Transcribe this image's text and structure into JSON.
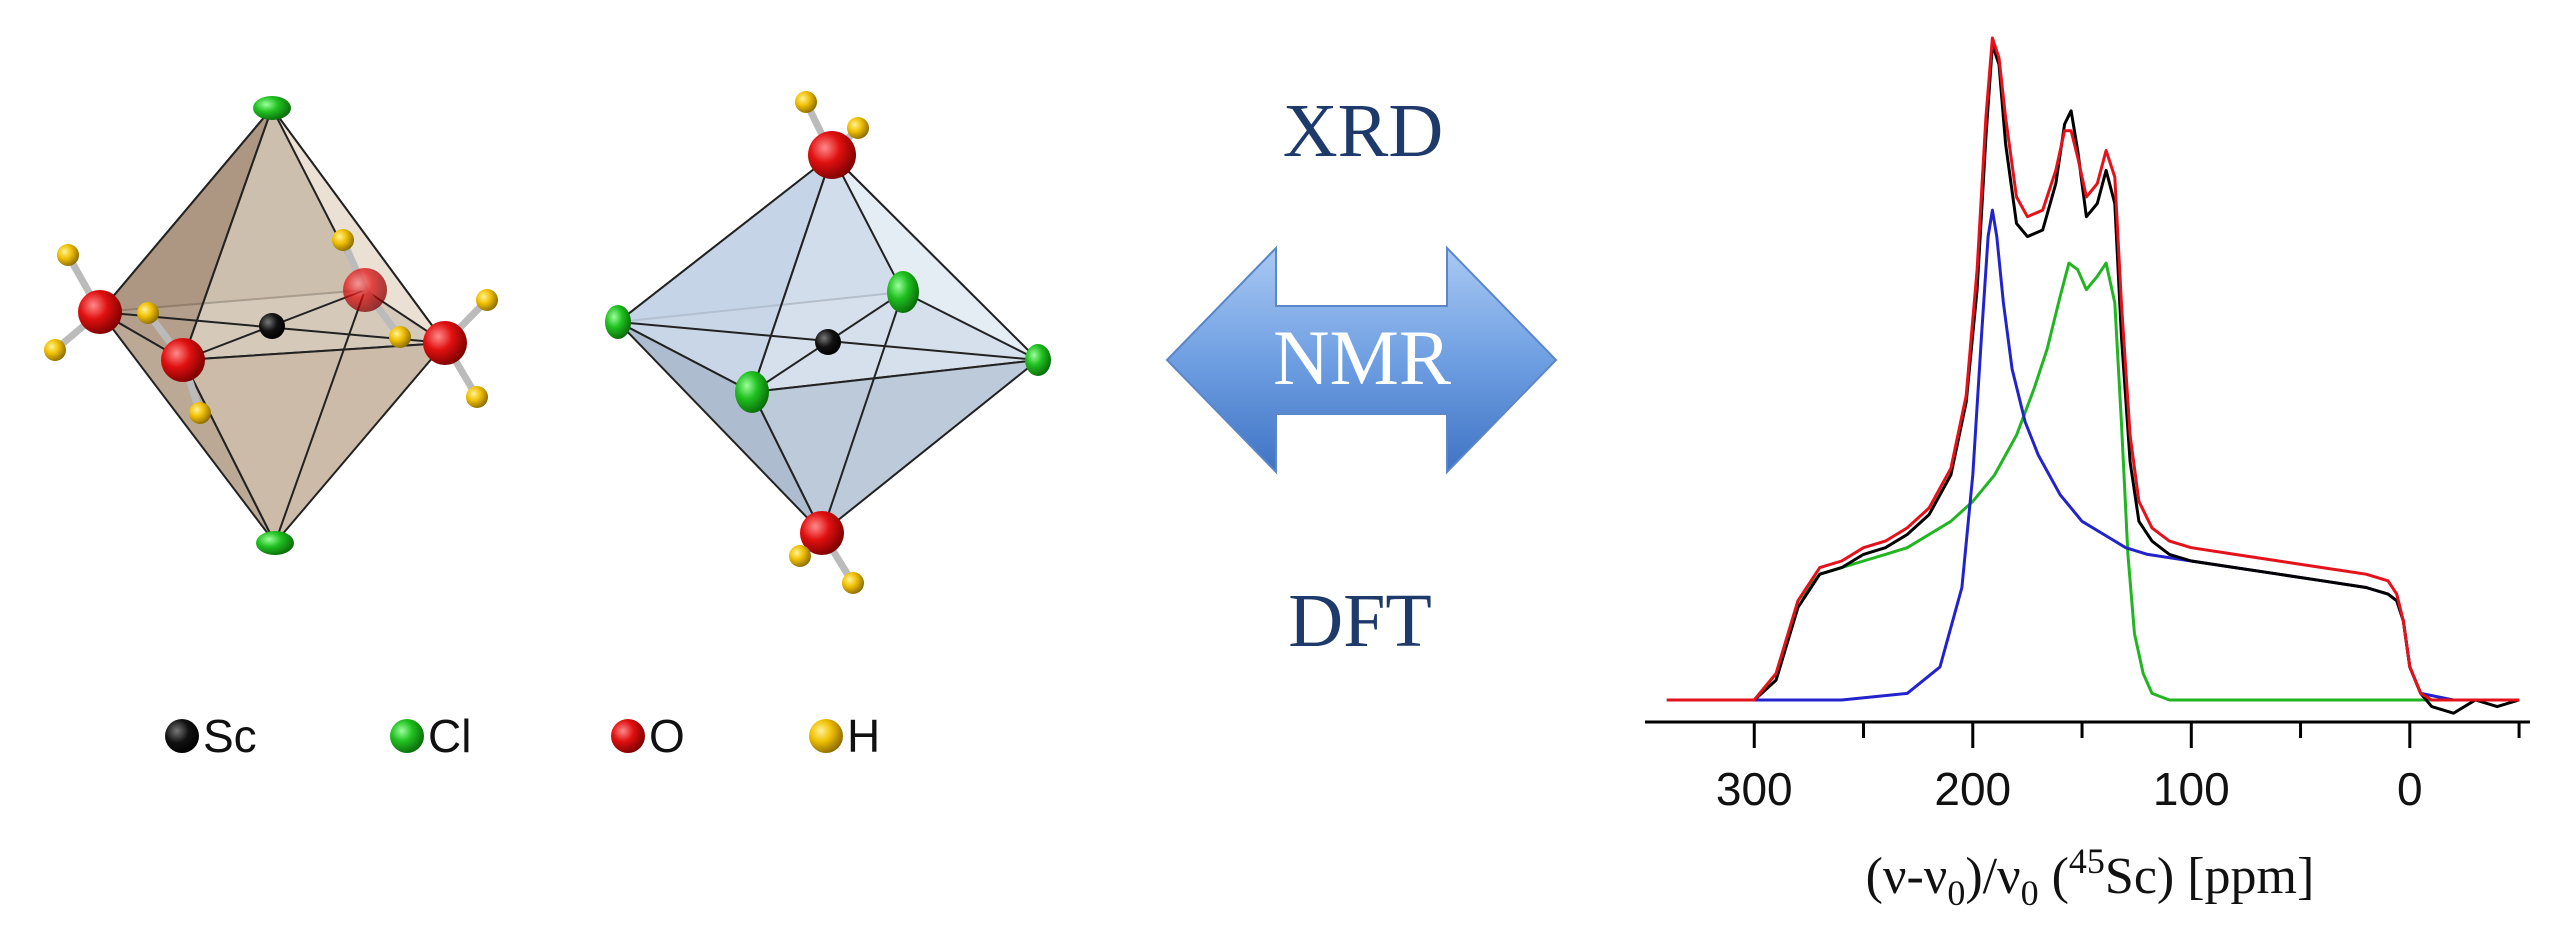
{
  "legend": {
    "items": [
      {
        "symbol": "Sc",
        "color": "#111111"
      },
      {
        "symbol": "Cl",
        "color": "#22c322"
      },
      {
        "symbol": "O",
        "color": "#dd0b0b"
      },
      {
        "symbol": "H",
        "color": "#f2c200"
      }
    ]
  },
  "methods": {
    "top": "XRD",
    "center": "NMR",
    "bottom": "DFT"
  },
  "colors": {
    "method_text": "#1d3a6b",
    "arrow_fill": "#6c9fe0",
    "octahedron_left_face": "#b19a85",
    "octahedron_right_face": "#b7c8dd"
  },
  "chart_data": {
    "type": "line",
    "x_axis": {
      "title_parts": {
        "open": "(ν-ν",
        "sub0": "0",
        "mid": ")/ν",
        "sub1": "0",
        "paren": " (",
        "sup": "45",
        "nucleus": "Sc) [ppm]"
      },
      "ticks": [
        300,
        200,
        100,
        0
      ],
      "reversed": true,
      "xlim": [
        350,
        -55
      ]
    },
    "y_axis": {
      "visible": false,
      "ylim": [
        0,
        1
      ]
    },
    "series": [
      {
        "color": "#000000",
        "x": [
          340,
          300,
          290,
          280,
          270,
          260,
          250,
          240,
          230,
          220,
          210,
          203,
          198,
          194,
          191,
          188,
          185,
          180,
          175,
          168,
          162,
          158,
          155,
          152,
          148,
          143,
          139,
          135,
          132,
          128,
          124,
          118,
          110,
          100,
          80,
          60,
          40,
          20,
          10,
          6,
          3,
          0,
          -5,
          -10,
          -20,
          -30,
          -40,
          -50
        ],
        "y": [
          0.0,
          0.0,
          0.03,
          0.14,
          0.19,
          0.2,
          0.22,
          0.23,
          0.25,
          0.28,
          0.34,
          0.45,
          0.62,
          0.85,
          0.99,
          0.96,
          0.84,
          0.72,
          0.7,
          0.71,
          0.78,
          0.87,
          0.89,
          0.83,
          0.73,
          0.75,
          0.8,
          0.75,
          0.55,
          0.36,
          0.27,
          0.24,
          0.22,
          0.21,
          0.2,
          0.19,
          0.18,
          0.17,
          0.16,
          0.15,
          0.12,
          0.05,
          0.01,
          -0.01,
          -0.02,
          0.0,
          -0.01,
          0.0
        ]
      },
      {
        "color": "#e4121b",
        "x": [
          340,
          300,
          290,
          280,
          270,
          260,
          250,
          240,
          230,
          220,
          210,
          203,
          198,
          194,
          191,
          188,
          185,
          180,
          175,
          168,
          162,
          158,
          155,
          152,
          148,
          143,
          139,
          135,
          132,
          128,
          124,
          118,
          110,
          100,
          80,
          60,
          40,
          20,
          10,
          6,
          3,
          0,
          -5,
          -10,
          -20,
          -30,
          -40,
          -50
        ],
        "y": [
          0.0,
          0.0,
          0.04,
          0.15,
          0.2,
          0.21,
          0.23,
          0.24,
          0.26,
          0.29,
          0.35,
          0.46,
          0.65,
          0.88,
          1.0,
          0.97,
          0.88,
          0.76,
          0.73,
          0.74,
          0.8,
          0.86,
          0.86,
          0.82,
          0.76,
          0.78,
          0.83,
          0.79,
          0.6,
          0.4,
          0.3,
          0.26,
          0.24,
          0.23,
          0.22,
          0.21,
          0.2,
          0.19,
          0.18,
          0.16,
          0.12,
          0.05,
          0.01,
          0.0,
          0.0,
          0.0,
          0.0,
          0.0
        ]
      },
      {
        "color": "#2323cc",
        "x": [
          340,
          260,
          230,
          215,
          205,
          200,
          196,
          193,
          191,
          189,
          186,
          182,
          176,
          170,
          160,
          150,
          140,
          130,
          120,
          100,
          80,
          60,
          40,
          20,
          10,
          6,
          3,
          0,
          -5,
          -20,
          -50
        ],
        "y": [
          0.0,
          0.0,
          0.01,
          0.05,
          0.17,
          0.34,
          0.55,
          0.7,
          0.74,
          0.7,
          0.6,
          0.5,
          0.42,
          0.37,
          0.31,
          0.27,
          0.25,
          0.23,
          0.22,
          0.21,
          0.2,
          0.19,
          0.18,
          0.17,
          0.16,
          0.15,
          0.12,
          0.05,
          0.01,
          0.0,
          0.0
        ]
      },
      {
        "color": "#22b522",
        "x": [
          340,
          300,
          290,
          280,
          270,
          260,
          250,
          240,
          230,
          220,
          210,
          200,
          190,
          180,
          172,
          166,
          160,
          156,
          152,
          148,
          143,
          139,
          135,
          132,
          129,
          126,
          122,
          118,
          110,
          100,
          50,
          0,
          -50
        ],
        "y": [
          0.0,
          0.0,
          0.04,
          0.15,
          0.19,
          0.2,
          0.21,
          0.22,
          0.23,
          0.25,
          0.27,
          0.3,
          0.34,
          0.4,
          0.47,
          0.53,
          0.61,
          0.66,
          0.65,
          0.62,
          0.64,
          0.66,
          0.6,
          0.42,
          0.22,
          0.1,
          0.04,
          0.01,
          0.0,
          0.0,
          0.0,
          0.0,
          0.0
        ]
      }
    ]
  }
}
